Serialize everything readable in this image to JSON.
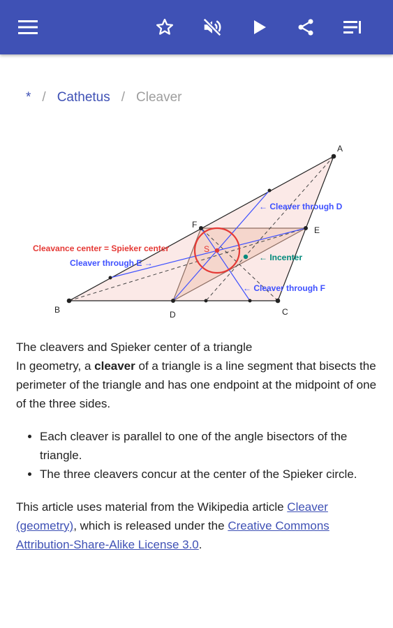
{
  "appbar": {
    "color": "#3f51b5",
    "icons": [
      "menu-icon",
      "star-outline-icon",
      "volume-off-icon",
      "play-icon",
      "share-icon",
      "playlist-icon"
    ]
  },
  "breadcrumb": {
    "home": "*",
    "separator": "/",
    "parent": "Cathetus",
    "current": "Cleaver"
  },
  "figure": {
    "labels": {
      "a": "A",
      "b": "B",
      "c": "C",
      "d": "D",
      "e": "E",
      "f": "F",
      "s": "S",
      "cleavance_center": "Cleavance center = Spieker center",
      "cleaver_d": "← Cleaver through D",
      "cleaver_e": "Cleaver through E →",
      "cleaver_f": "← Cleaver through F",
      "incenter": "← Incenter"
    },
    "colors": {
      "red": "#e53935",
      "blue": "#3f51ff",
      "teal": "#00897b",
      "fill": "#fbe9e7"
    }
  },
  "caption": "The cleavers and Spieker center of a triangle",
  "intro": {
    "before": "In geometry, a ",
    "bold": "cleaver",
    "after": " of a triangle is a line segment that bisects the perimeter of the triangle and has one endpoint at the midpoint of one of the three sides."
  },
  "bullets": [
    "Each cleaver is parallel to one of the angle bisectors of the triangle.",
    "The three cleavers concur at the center of the Spieker circle."
  ],
  "attribution": {
    "text1": "This article uses material from the Wikipedia article ",
    "link1": "Cleaver (geometry)",
    "text2": ", which is released under the ",
    "link2": "Creative Commons Attribution-Share-Alike License 3.0",
    "text3": "."
  }
}
